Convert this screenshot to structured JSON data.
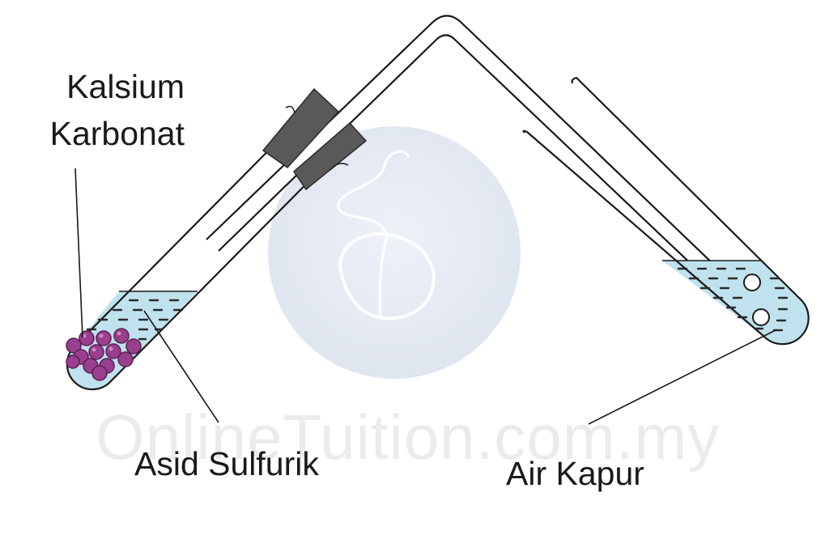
{
  "labels": {
    "calcium_carbonate_line1": "Kalsium",
    "calcium_carbonate_line2": "Karbonat",
    "sulfuric_acid": "Asid Sulfurik",
    "limewater": "Air Kapur"
  },
  "watermark": {
    "text": "OnlineTuition.com.my"
  },
  "colors": {
    "liquid": "#bfe2ee",
    "granules": "#9a3f8e",
    "stopper": "#595959",
    "outline": "#1a1a1a",
    "watermark_globe": "#e4e9f3"
  }
}
